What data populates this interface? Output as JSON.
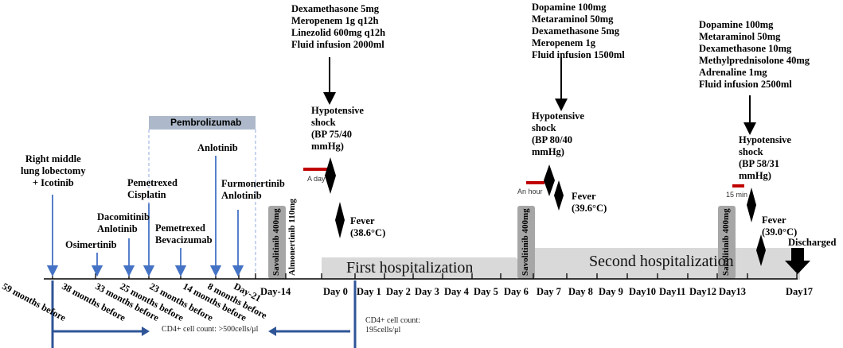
{
  "pre_events": [
    {
      "text": "Right middle\nlung lobectomy\n+ Icotinib"
    },
    {
      "text": "Osimertinib"
    },
    {
      "text": "Dacomitinib\nAnlotinib"
    },
    {
      "text": "Pemetrexed\nCisplatin"
    },
    {
      "text": "Pemetrexed\nBevacizumab"
    },
    {
      "text": "Anlotinib"
    },
    {
      "text": "Furmonertinib\nAnlotinib"
    }
  ],
  "pembrolizumab_label": "Pembrolizumab",
  "timeline_ticks": [
    "59 months before",
    "38 months before",
    "33 months before",
    "25 months before",
    "23 months before",
    "14 months before",
    "8 months before",
    "Day-21"
  ],
  "day_labels": [
    "Day-14",
    "Day 0",
    "Day 1",
    "Day 2",
    "Day 3",
    "Day 4",
    "Day 5",
    "Day 6",
    "Day 7",
    "Day 8",
    "Day 9",
    "Day10",
    "Day11",
    "Day12",
    "Day13",
    "Day17"
  ],
  "savolitinib_label": "Savolitinib 400mg",
  "almonertinib_label": "Almonertinib 110mg",
  "hospitalizations": {
    "first": "First hospitalization",
    "second": "Second hospitalization"
  },
  "treatments": [
    {
      "text": "Dexamethasone 5mg\nMeropenem 1g q12h\nLinezolid 600mg q12h\nFluid infusion 2000ml"
    },
    {
      "text": "Dopamine 100mg\nMetaraminol 50mg\nDexamethasone 5mg\nMeropenem 1g\nFluid infusion 1500ml"
    },
    {
      "text": "Dopamine 100mg\nMetaraminol 50mg\nDexamethasone 10mg\nMethylprednisolone 40mg\nAdrenaline 1mg\nFluid infusion 2500ml"
    }
  ],
  "shocks": [
    {
      "text": "Hypotensive\nshock\n(BP 75/40\nmmHg)"
    },
    {
      "text": "Hypotensive\nshock\n(BP 80/40\nmmHg)"
    },
    {
      "text": "Hypotensive\nshock\n(BP 58/31\nmmHg)"
    }
  ],
  "fevers": [
    {
      "text": "Fever\n(38.6°C)"
    },
    {
      "text": "Fever\n(39.6°C)"
    },
    {
      "text": "Fever\n(39.0°C)"
    }
  ],
  "durations": [
    "A day",
    "An hour",
    "15 min"
  ],
  "discharged_label": "Discharged",
  "cd4": {
    "first": "CD4+ cell count: >500cells/μl",
    "second": "CD4+ cell count:\n195cells/μl"
  },
  "colors": {
    "blue_arrow": "#4472C4",
    "red_bar": "#C00000",
    "grey_box": "#A6A6A6",
    "hosp_band": "#D9D9D9",
    "pembro_bar": "#ADB9CA"
  }
}
